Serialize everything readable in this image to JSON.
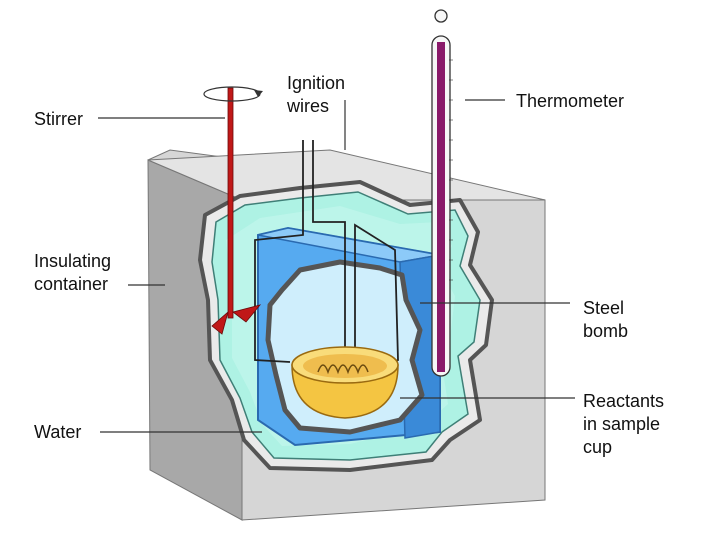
{
  "labels": {
    "stirrer": "Stirrer",
    "ignition_wires": [
      "Ignition",
      "wires"
    ],
    "thermometer": "Thermometer",
    "insulating_container": [
      "Insulating",
      "container"
    ],
    "steel_bomb": [
      "Steel",
      "bomb"
    ],
    "water": "Water",
    "reactants": [
      "Reactants",
      "in sample",
      "cup"
    ]
  },
  "colors": {
    "outer_block": "#d6d6d6",
    "outer_block_dark": "#a8a8a8",
    "water": "#aef2e4",
    "water_light": "#c8f8ee",
    "bomb": "#56aaf0",
    "bomb_inner": "#cfeefc",
    "cup": "#f4c542",
    "stirrer": "#c01818",
    "thermometer_liquid": "#8a1a6a",
    "outline": "#444444"
  }
}
